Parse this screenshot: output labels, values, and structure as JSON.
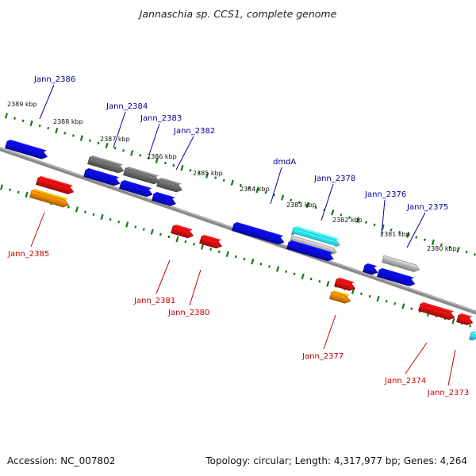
{
  "title": "Jannaschia sp. CCS1, complete genome",
  "footer": {
    "accession": "Accession: NC_007802",
    "summary": "Topology: circular; Length: 4,317,977 bp; Genes: 4,264"
  },
  "colors": {
    "forward_label": "#00009c",
    "reverse_label": "#c80000",
    "blue": "#0a0adc",
    "red": "#e01010",
    "orange": "#f08a00",
    "gray_dark": "#6a6a6a",
    "gray_light": "#bdbdbd",
    "cyan": "#33e0ee",
    "dots": "#117a11",
    "backbone": "#8a8a8a"
  },
  "ticks": [
    "2389 kbp",
    "2388 kbp",
    "2387 kbp",
    "2386 kbp",
    "2385 kbp",
    "2384 kbp",
    "2383 kbp",
    "2382 kbp",
    "2381 kbp",
    "2380 kbp"
  ],
  "forward_labels": [
    "Jann_2386",
    "Jann_2384",
    "Jann_2383",
    "Jann_2382",
    "dmdA",
    "Jann_2378",
    "Jann_2376",
    "Jann_2375"
  ],
  "reverse_labels": [
    "Jann_2385",
    "Jann_2381",
    "Jann_2380",
    "Jann_2377",
    "Jann_2374",
    "Jann_2373"
  ]
}
